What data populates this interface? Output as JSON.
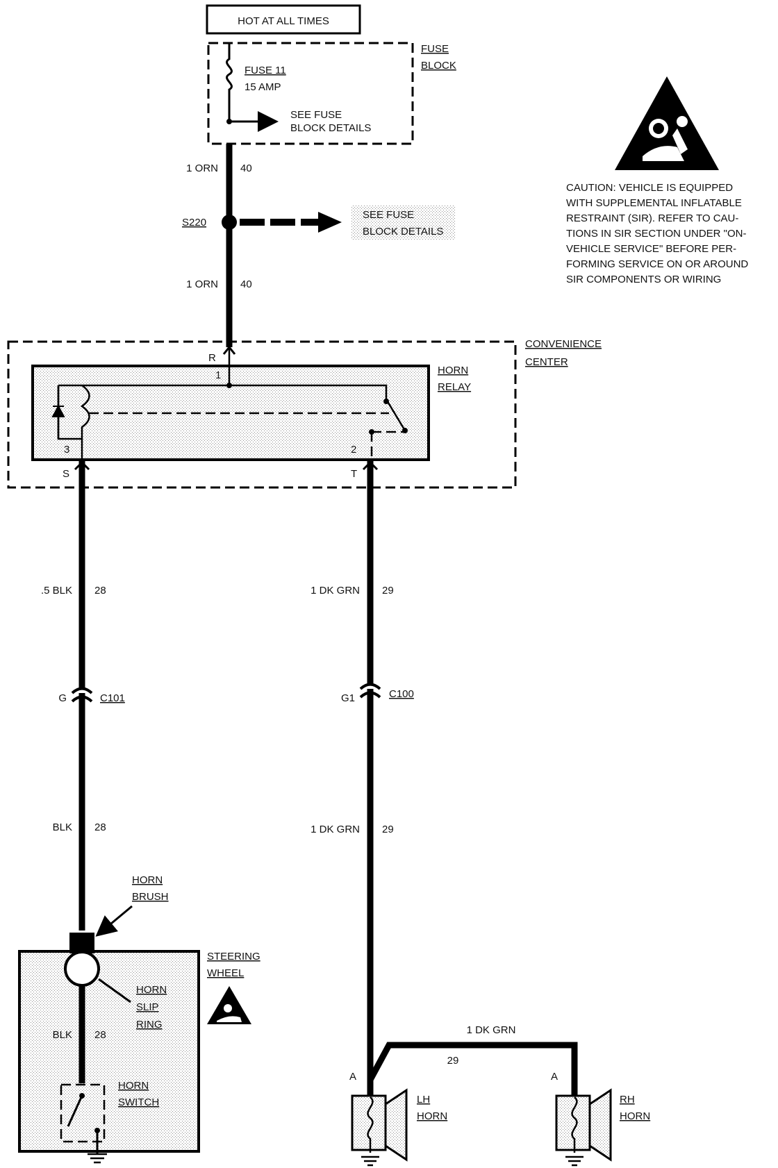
{
  "power": {
    "hot_label": "HOT AT ALL TIMES"
  },
  "fuse_block": {
    "title_line1": "FUSE",
    "title_line2": "BLOCK",
    "fuse_name": "FUSE 11",
    "fuse_rating": "15 AMP",
    "see_details_1": "SEE FUSE",
    "see_details_2": "BLOCK DETAILS"
  },
  "wires": {
    "top_upper_gauge": "1 ORN",
    "top_upper_circuit": "40",
    "splice": "S220",
    "splice_see_1": "SEE FUSE",
    "splice_see_2": "BLOCK DETAILS",
    "top_lower_gauge": "1 ORN",
    "top_lower_circuit": "40",
    "left_mid_gauge": ".5 BLK",
    "left_mid_circuit": "28",
    "right_mid_gauge": "1 DK GRN",
    "right_mid_circuit": "29",
    "left_low_gauge": "BLK",
    "left_low_circuit": "28",
    "right_low_gauge": "1 DK GRN",
    "right_low_circuit": "29",
    "steering_gauge": "BLK",
    "steering_circuit": "28",
    "horn_cross_gauge": "1 DK GRN",
    "horn_cross_circuit": "29"
  },
  "convenience_center": {
    "title_line1": "CONVENIENCE",
    "title_line2": "CENTER",
    "pin_r": "R",
    "pin_s": "S",
    "pin_t": "T"
  },
  "horn_relay": {
    "title_line1": "HORN",
    "title_line2": "RELAY",
    "pin1": "1",
    "pin2": "2",
    "pin3": "3"
  },
  "connectors": {
    "left_pin": "G",
    "left_name": "C101",
    "right_pin": "G1",
    "right_name": "C100"
  },
  "steering_wheel": {
    "brush_line1": "HORN",
    "brush_line2": "BRUSH",
    "title_line1": "STEERING",
    "title_line2": "WHEEL",
    "slip_line1": "HORN",
    "slip_line2": "SLIP",
    "slip_line3": "RING",
    "switch_line1": "HORN",
    "switch_line2": "SWITCH"
  },
  "horns": {
    "lh_pin": "A",
    "lh_line1": "LH",
    "lh_line2": "HORN",
    "rh_pin": "A",
    "rh_line1": "RH",
    "rh_line2": "HORN"
  },
  "caution": {
    "lines": [
      "CAUTION: VEHICLE IS EQUIPPED",
      "WITH SUPPLEMENTAL INFLATABLE",
      "RESTRAINT (SIR). REFER TO CAU-",
      "TIONS IN SIR SECTION UNDER \"ON-",
      "VEHICLE SERVICE\" BEFORE PER-",
      "FORMING SERVICE ON OR AROUND",
      "SIR COMPONENTS OR WIRING"
    ]
  }
}
